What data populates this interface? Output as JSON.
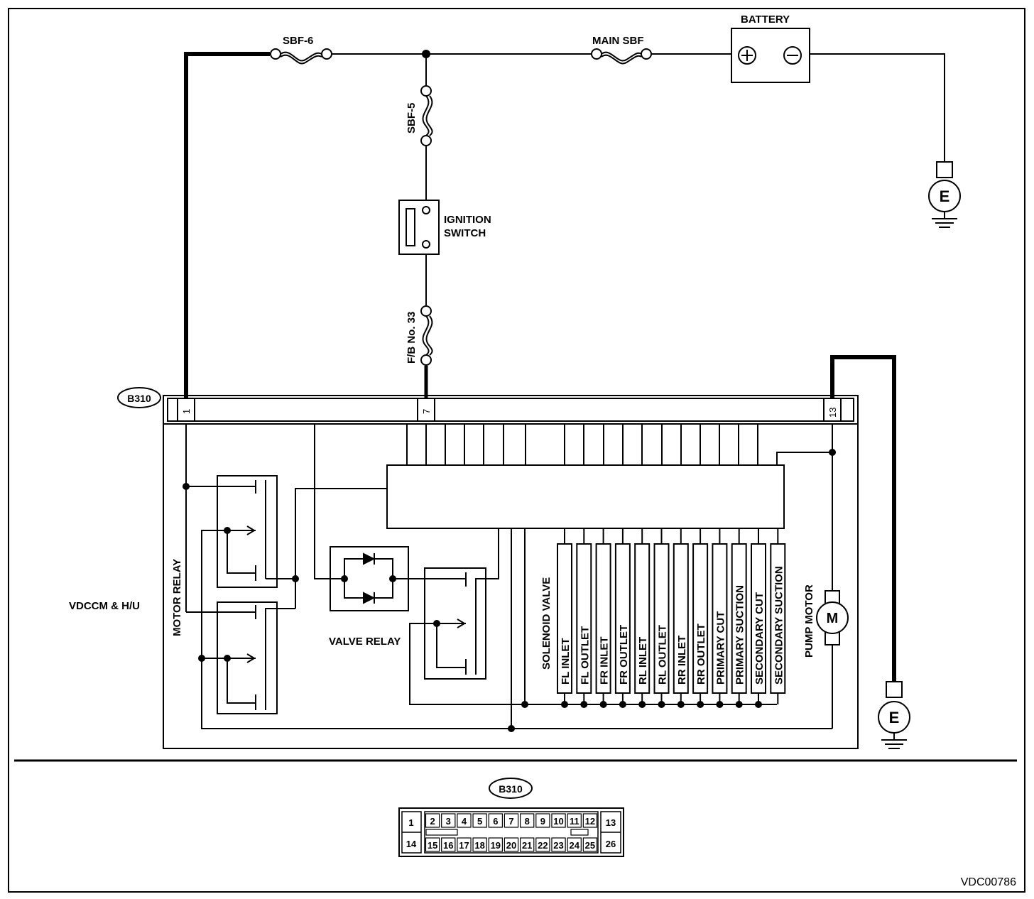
{
  "labels": {
    "battery": "BATTERY",
    "main_sbf": "MAIN SBF",
    "sbf6": "SBF-6",
    "sbf5": "SBF-5",
    "fb33": "F/B No. 33",
    "ignition_line1": "IGNITION",
    "ignition_line2": "SWITCH",
    "vdccm": "VDCCM & H/U",
    "motor_relay": "MOTOR RELAY",
    "valve_relay": "VALVE RELAY",
    "solenoid_valve": "SOLENOID VALVE",
    "pump_motor": "PUMP MOTOR",
    "motor_symbol": "M",
    "ground_symbol": "E",
    "battery_pos": "⊕",
    "battery_neg": "⊖",
    "connector_id": "B310",
    "figure_ref": "VDC00786"
  },
  "connector_pins": {
    "pin1": "1",
    "pin7": "7",
    "pin13": "13"
  },
  "solenoids": [
    "FL INLET",
    "FL OUTLET",
    "FR INLET",
    "FR OUTLET",
    "RL INLET",
    "RL OUTLET",
    "RR INLET",
    "RR OUTLET",
    "PRIMARY CUT",
    "PRIMARY SUCTION",
    "SECONDARY CUT",
    "SECONDARY SUCTION"
  ],
  "connector_face": {
    "left_top": "1",
    "left_bottom": "14",
    "top_row": [
      "2",
      "3",
      "4",
      "5",
      "6",
      "7",
      "8",
      "9",
      "10",
      "11",
      "12"
    ],
    "bottom_row": [
      "15",
      "16",
      "17",
      "18",
      "19",
      "20",
      "21",
      "22",
      "23",
      "24",
      "25"
    ],
    "right_top": "13",
    "right_bottom": "26"
  }
}
